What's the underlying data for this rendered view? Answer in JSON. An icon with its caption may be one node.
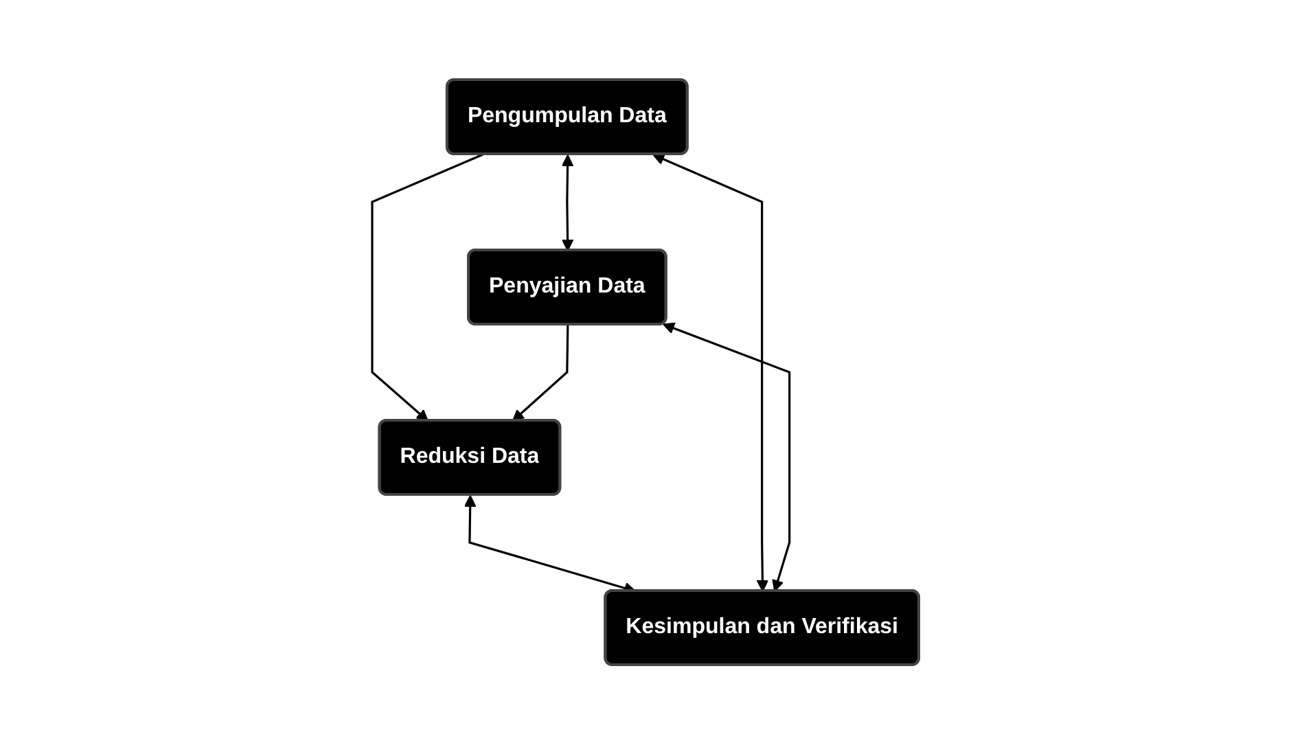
{
  "diagram": {
    "nodes": [
      {
        "text": [
          "Pengumpulan Data"
        ]
      },
      {
        "text": [
          "Penyajian Data"
        ]
      },
      {
        "text": [
          "Reduksi Data"
        ]
      },
      {
        "text": [
          "Kesimpulan dan Verifikasi"
        ]
      }
    ],
    "edges": [
      {
        "from": 0,
        "to": 1,
        "arrow": "both"
      },
      {
        "from": 0,
        "to": 2,
        "arrow": "to"
      },
      {
        "from": 1,
        "to": 2,
        "arrow": "to"
      },
      {
        "from": 2,
        "to": 3,
        "arrow": "both"
      },
      {
        "from": 0,
        "to": 3,
        "arrow": "both"
      },
      {
        "from": 1,
        "to": 3,
        "arrow": "both"
      }
    ]
  }
}
